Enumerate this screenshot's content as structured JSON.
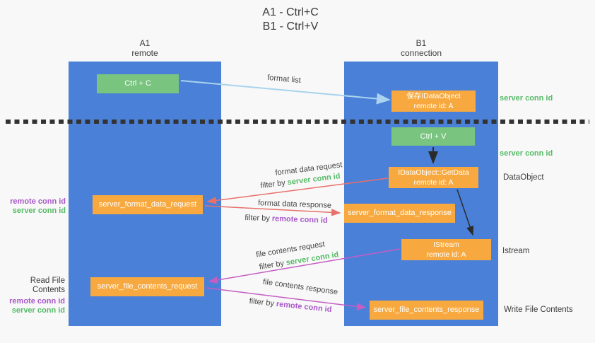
{
  "colors": {
    "background": "#f8f8f8",
    "panel_blue": "#4a80d8",
    "node_green": "#79c47f",
    "node_orange": "#f7a93f",
    "accent_green": "#55bb66",
    "accent_purple": "#a958c9",
    "arrow_red": "#e8706a",
    "arrow_magenta": "#c45ec4",
    "arrow_light_blue": "#a9d3ee",
    "arrow_black": "#2b2b2b",
    "dotted_line": "#333333",
    "text_dark": "#3c3c3c"
  },
  "title": {
    "line1": "A1 - Ctrl+C",
    "line2": "B1 - Ctrl+V"
  },
  "columns": {
    "a1": {
      "name": "A1",
      "subtitle": "remote"
    },
    "b1": {
      "name": "B1",
      "subtitle": "connection"
    }
  },
  "nodes": {
    "ctrl_c": {
      "label": "Ctrl + C"
    },
    "save_dataobject": {
      "line1": "保存IDataObject",
      "line2": "remote id: A"
    },
    "ctrl_v": {
      "label": "Ctrl + V"
    },
    "getdata": {
      "line1": "IDataObject::GetData",
      "line2": "remote id: A"
    },
    "format_request": {
      "label": "server_format_data_request"
    },
    "format_response": {
      "label": "server_format_data_response"
    },
    "istream": {
      "line1": "IStream",
      "line2": "remote id: A"
    },
    "file_request": {
      "label": "server_file_contents_request"
    },
    "file_response": {
      "label": "server_file_contents_response"
    }
  },
  "annotations": {
    "server_conn_id_top": "server conn id",
    "server_conn_id_mid": "server conn id",
    "dataobject": "DataObject",
    "istream": "Istream",
    "read_file_contents": "Read File Contents",
    "write_file_contents": "Write File Contents",
    "format_remote_conn_id": "remote conn id",
    "format_server_conn_id": "server conn id",
    "file_remote_conn_id": "remote conn id",
    "file_server_conn_id": "server conn id"
  },
  "arrow_labels": {
    "format_list": "format list",
    "format_data_request": "format data request",
    "format_data_response": "format data response",
    "file_contents_request": "file contents request",
    "file_contents_response": "file contents response",
    "filter_by": "filter by",
    "server_conn_id": "server conn id",
    "remote_conn_id": "remote conn id"
  }
}
